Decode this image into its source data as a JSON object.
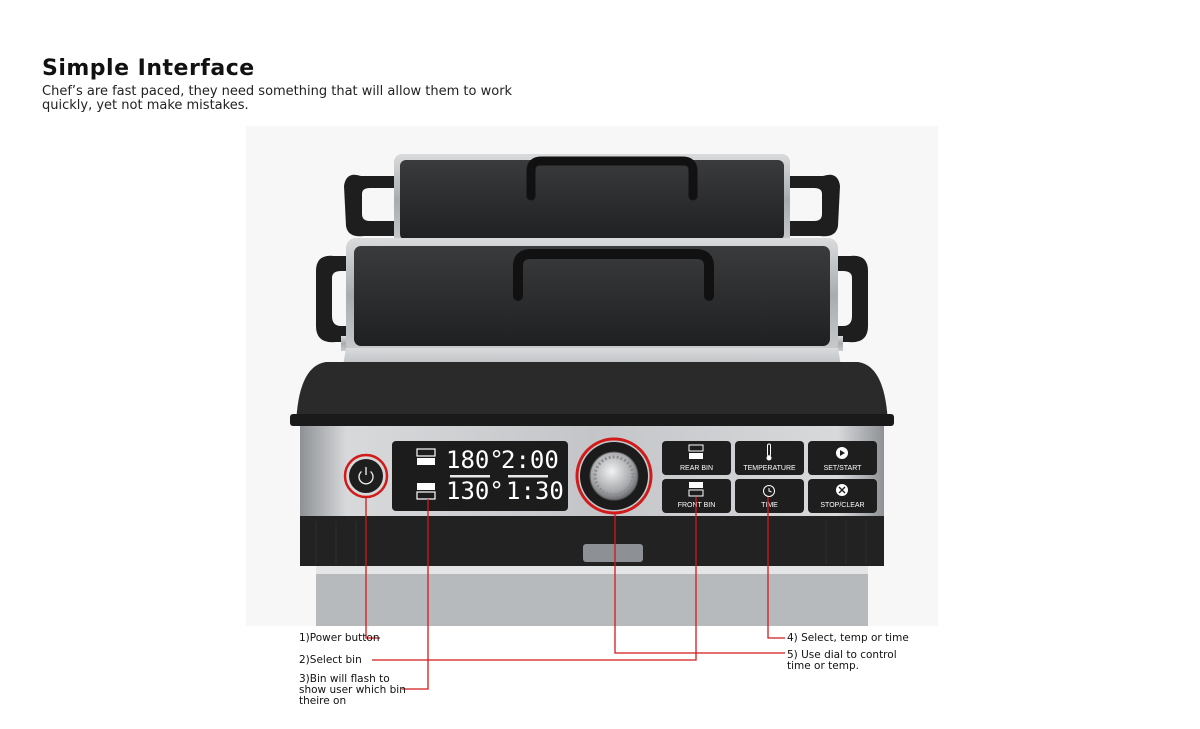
{
  "header": {
    "title": "Simple Interface",
    "subtitle": "Chef’s are fast paced, they need something that will allow them to work quickly, yet not make mistakes."
  },
  "display": {
    "rear_temp": "180°",
    "rear_time": "2:00",
    "front_temp": "130°",
    "front_time": "1:30"
  },
  "buttons": {
    "rear_bin": "REAR BIN",
    "front_bin": "FRONT BIN",
    "temperature": "TEMPERATURE",
    "time": "TIME",
    "set_start": "SET/START",
    "stop_clear": "STOP/CLEAR"
  },
  "icons": {
    "power": "power-icon",
    "rear_bin": "rear-bin-icon",
    "front_bin": "front-bin-icon",
    "temperature": "thermometer-icon",
    "time": "clock-icon",
    "set_start": "play-icon",
    "stop_clear": "x-icon"
  },
  "callouts": {
    "c1": "1)Power button",
    "c2": "2)Select bin",
    "c3_line1": "3)Bin will flash to",
    "c3_line2": "show user which bin",
    "c3_line3": "theire on",
    "c4": "4) Select, temp or time",
    "c5_line1": "5) Use dial to control",
    "c5_line2": "time or temp."
  },
  "colors": {
    "accent": "#d11a1a",
    "lcd_bg": "#1c1c1c",
    "lcd_text": "#ffffff",
    "body_dark": "#2b2b2b",
    "steel": "#bfc2c5"
  }
}
